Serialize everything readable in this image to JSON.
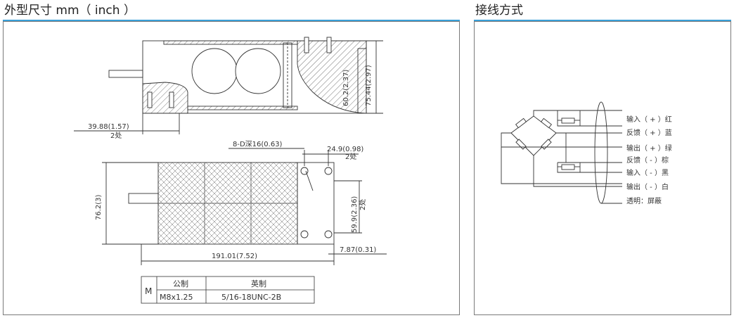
{
  "left_panel": {
    "title": "外型尺寸 mm（ inch ）",
    "dims": {
      "h_60_2": "60.2(2.37)",
      "h_75_44": "75.44(2.97)",
      "w_39_88": "39.88(1.57)",
      "note_2x_a": "2处",
      "hole_label": "8-D深16(0.63)",
      "w_24_9": "24.9(0.98)",
      "note_2x_b": "2处",
      "h_76_2": "76.2(3)",
      "h_59_9": "59.9(2.36)",
      "note_2x_c": "2处",
      "w_191": "191.01(7.52)",
      "w_7_87": "7.87(0.31)"
    },
    "table": {
      "m_label": "M",
      "col_metric": "公制",
      "col_imperial": "英制",
      "val_metric": "M8x1.25",
      "val_imperial": "5/16-18UNC-2B"
    }
  },
  "right_panel": {
    "title": "接线方式",
    "wires": [
      {
        "label": "输入（ + ）红"
      },
      {
        "label": "反馈（ + ）蓝"
      },
      {
        "label": "输出（ + ）绿"
      },
      {
        "label": "反馈（ - ）棕"
      },
      {
        "label": "输入（ - ）黑"
      },
      {
        "label": "输出（ - ）白"
      },
      {
        "label": "透明：屏蔽"
      }
    ]
  },
  "colors": {
    "accent_rule": "#3aa0d8",
    "border": "#7a7a7a",
    "line": "#333333"
  }
}
